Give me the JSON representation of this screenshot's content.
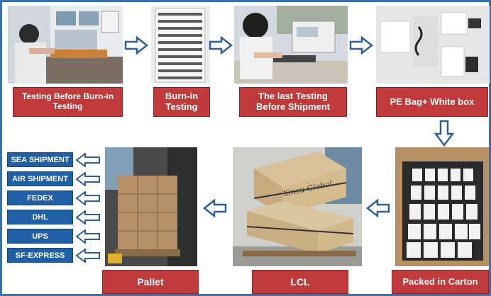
{
  "steps": [
    {
      "label": "Testing Before Burn-in Testing",
      "icon": "testing-station-photo"
    },
    {
      "label": "Burn-in Testing",
      "icon": "burn-in-rack-photo"
    },
    {
      "label": "The last Testing Before Shipment",
      "icon": "final-testing-photo"
    },
    {
      "label": "PE Bag+ White box",
      "icon": "packaging-photo"
    },
    {
      "label": "Packed in Carton",
      "icon": "carton-photo"
    },
    {
      "label": "LCL",
      "icon": "lcl-boxes-photo"
    },
    {
      "label": "Pallet",
      "icon": "pallet-photo"
    }
  ],
  "carton_brand": "Xinsu Global",
  "shipping_methods": [
    "SEA SHIPMENT",
    "AIR SHIPMENT",
    "FEDEX",
    "DHL",
    "UPS",
    "SF-EXPRESS"
  ],
  "colors": {
    "label_bg": "#c0393b",
    "ship_bg": "#1f5fa6",
    "border": "#3a6fb0",
    "arrow": "#2d5f99"
  }
}
